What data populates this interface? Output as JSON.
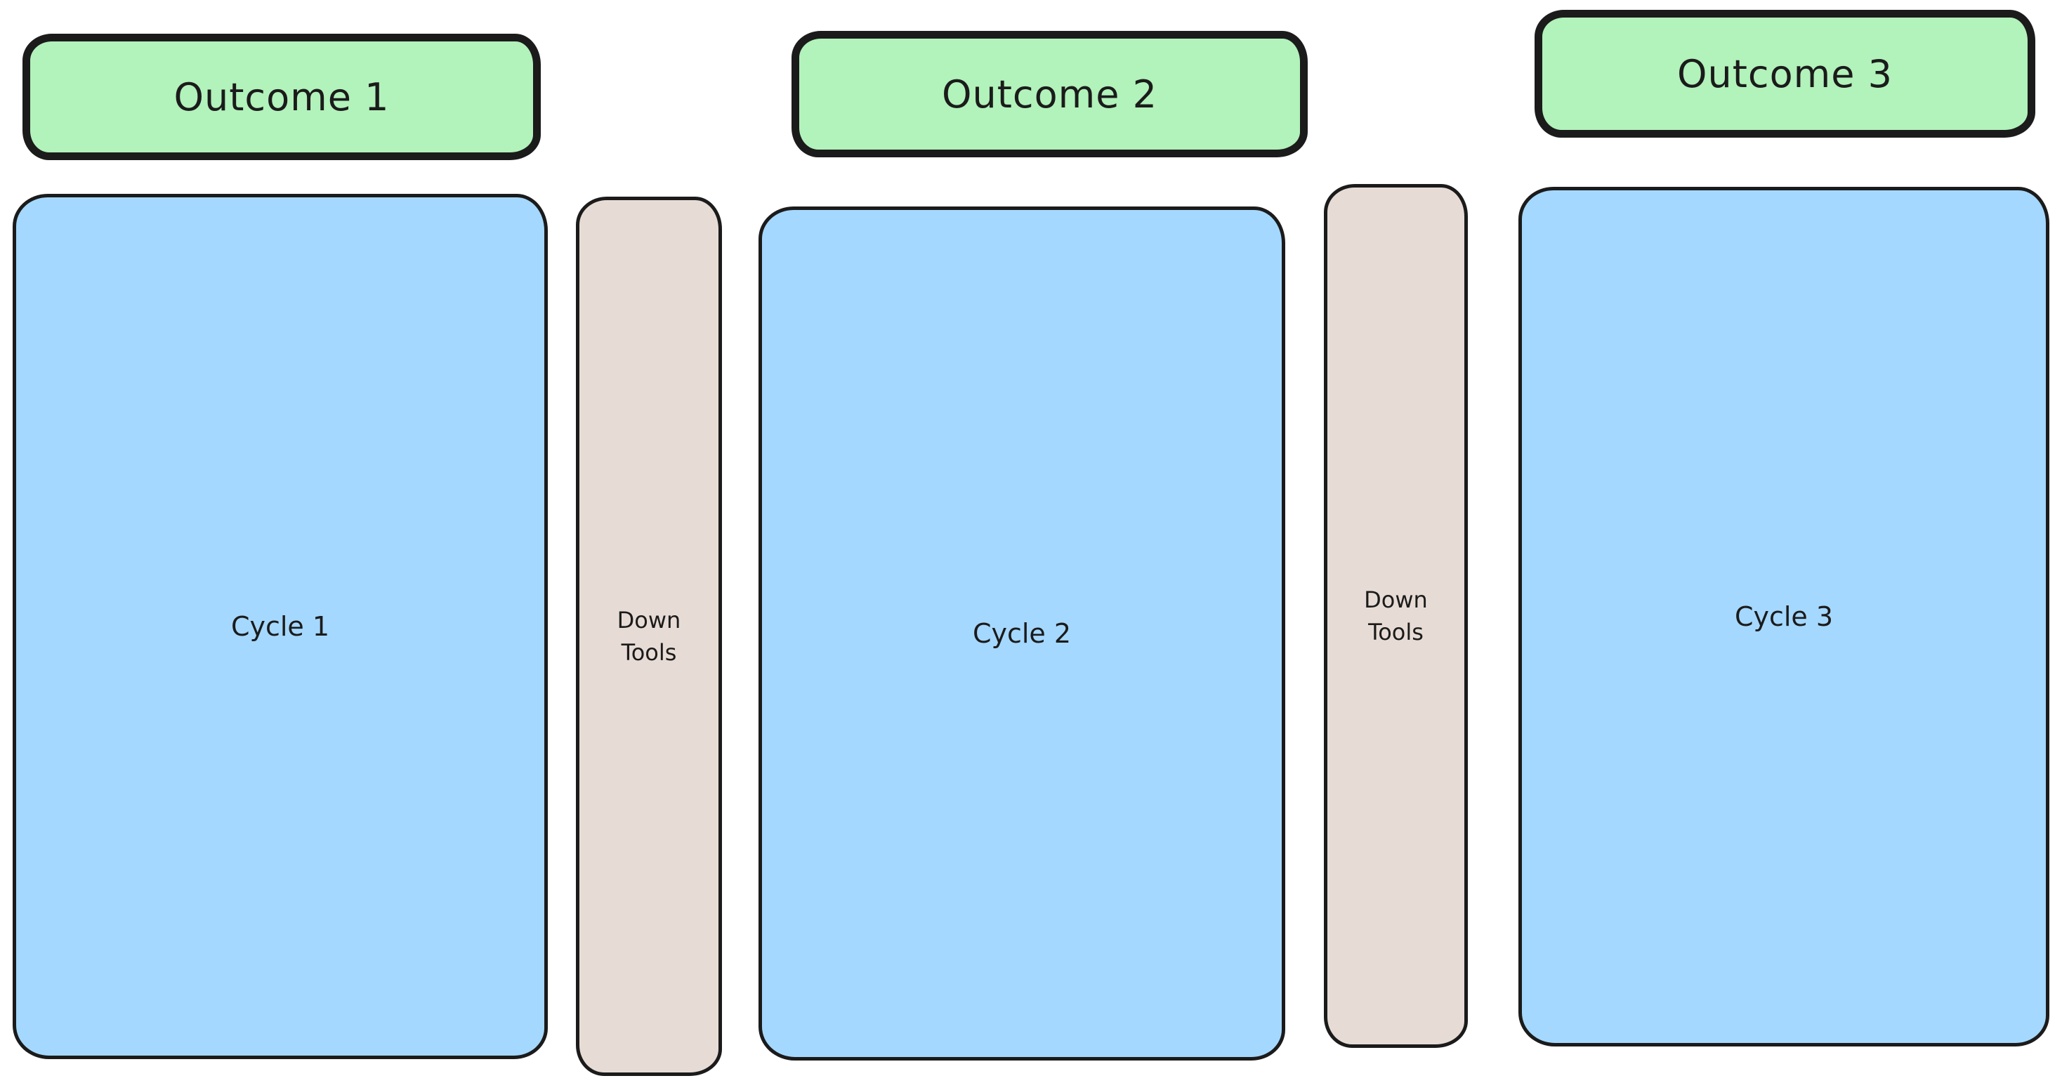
{
  "canvas": {
    "background": "#ffffff",
    "stroke_color": "#1b1b1b",
    "text_color": "#1b1b1b"
  },
  "outcomes": [
    {
      "label": "Outcome 1",
      "fill": "#b2f2bb"
    },
    {
      "label": "Outcome 2",
      "fill": "#b2f2bb"
    },
    {
      "label": "Outcome 3",
      "fill": "#b2f2bb"
    }
  ],
  "cycles": [
    {
      "label": "Cycle 1",
      "fill": "#a5d8ff"
    },
    {
      "label": "Cycle 2",
      "fill": "#a5d8ff"
    },
    {
      "label": "Cycle 3",
      "fill": "#a5d8ff"
    }
  ],
  "down_tools": [
    {
      "label": "Down\nTools",
      "fill": "#e7dcd5"
    },
    {
      "label": "Down\nTools",
      "fill": "#e7dcd5"
    }
  ]
}
